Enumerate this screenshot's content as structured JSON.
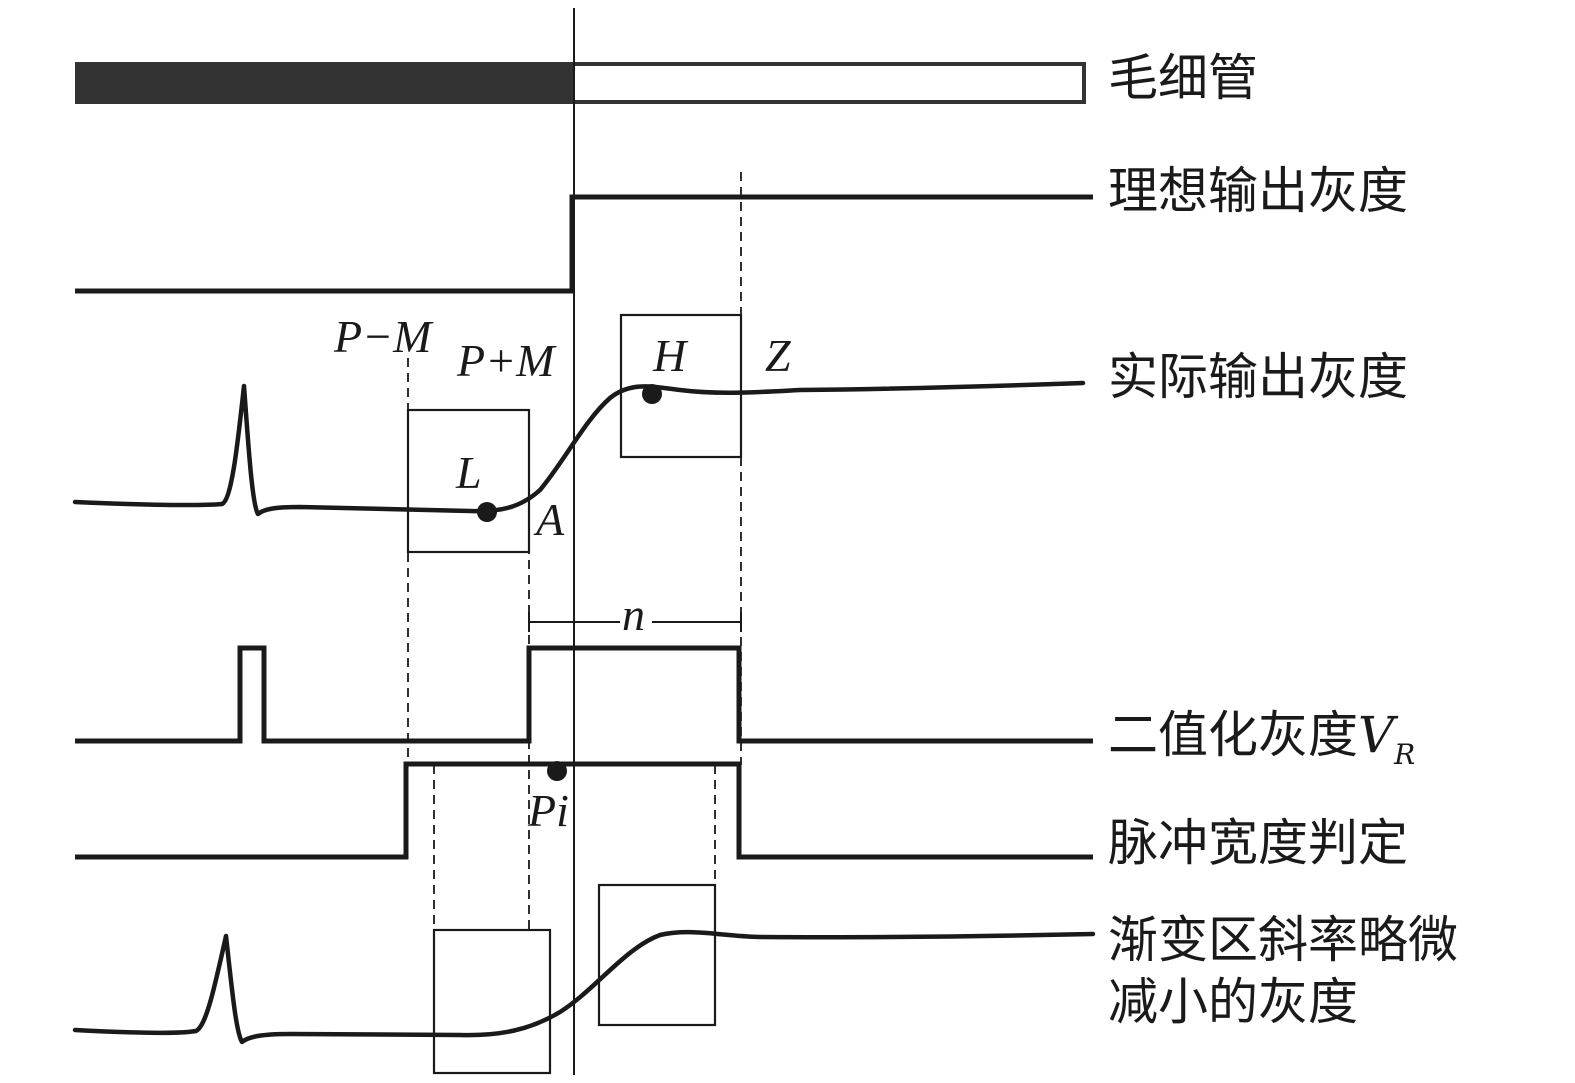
{
  "labels": {
    "capillary": "毛细管",
    "ideal": "理想输出灰度",
    "actual": "实际输出灰度",
    "binary": "二值化灰度",
    "binary_var": "V",
    "binary_sub": "R",
    "pulse": "脉冲宽度判定",
    "gradient_line1": "渐变区斜率略微",
    "gradient_line2": "减小的灰度"
  },
  "marks": {
    "p_minus_m": "P−M",
    "p_plus_m": "P+M",
    "h": "H",
    "z": "Z",
    "l": "L",
    "a": "A",
    "n": "n",
    "pi": "Pi"
  }
}
